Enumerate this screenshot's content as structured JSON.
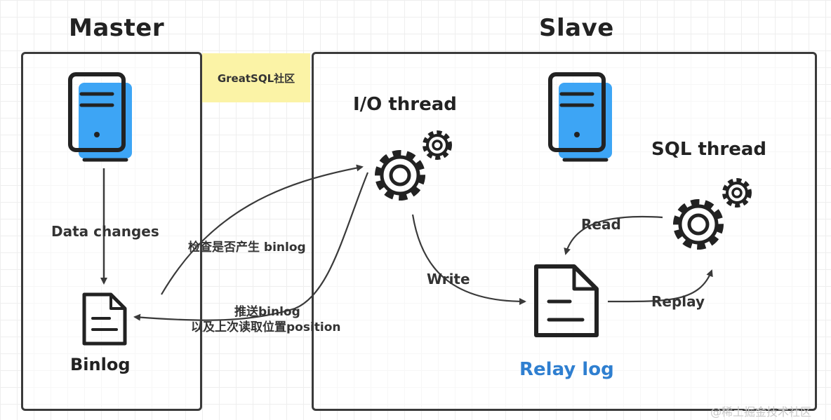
{
  "master": {
    "title": "Master",
    "data_changes_label": "Data changes",
    "binlog_label": "Binlog"
  },
  "slave": {
    "title": "Slave",
    "io_thread_label": "I/O thread",
    "sql_thread_label": "SQL thread",
    "relay_log_label": "Relay log",
    "write_label": "Write",
    "read_label": "Read",
    "replay_label": "Replay"
  },
  "community_label": "GreatSQL社区",
  "arrows": {
    "check_binlog_label": "检查是否产生 binlog",
    "push_binlog_line1": "推送binlog",
    "push_binlog_line2": "以及上次读取位置position"
  },
  "watermark": "@稀土掘金技术社区",
  "colors": {
    "accent_blue": "#3da5f5",
    "relay_log_blue": "#2f7fd0",
    "stroke": "#222222",
    "yellow_note": "#fbf3a6"
  },
  "icons": [
    "server-icon",
    "gear-icon",
    "document-icon"
  ]
}
